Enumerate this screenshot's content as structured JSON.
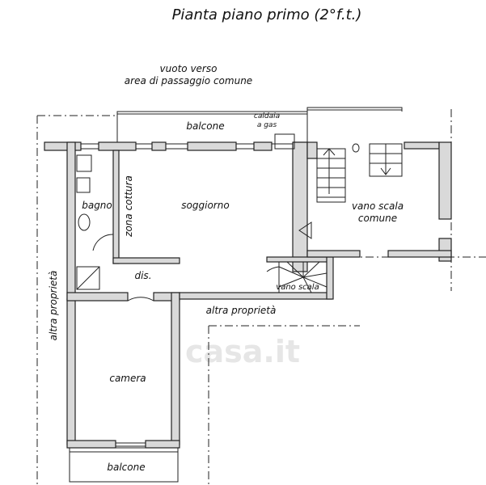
{
  "title": "Pianta piano primo (2°f.t.)",
  "labels": {
    "vuoto_verso_line1": "vuoto verso",
    "vuoto_verso_line2": "area di passaggio comune",
    "caldaia_line1": "caldaia",
    "caldaia_line2": "a gas",
    "balcone_top": "balcone",
    "bagno": "bagno",
    "zona_cottura": "zona cottura",
    "soggiorno": "soggiorno",
    "vano_scala_comune_line1": "vano scala",
    "vano_scala_comune_line2": "comune",
    "dis": "dis.",
    "vano_scala": "vano scala",
    "altra_proprieta_left": "altra proprietà",
    "altra_proprieta_center": "altra proprietà",
    "camera": "camera",
    "balcone_bottom": "balcone",
    "watermark": "casa.it"
  }
}
